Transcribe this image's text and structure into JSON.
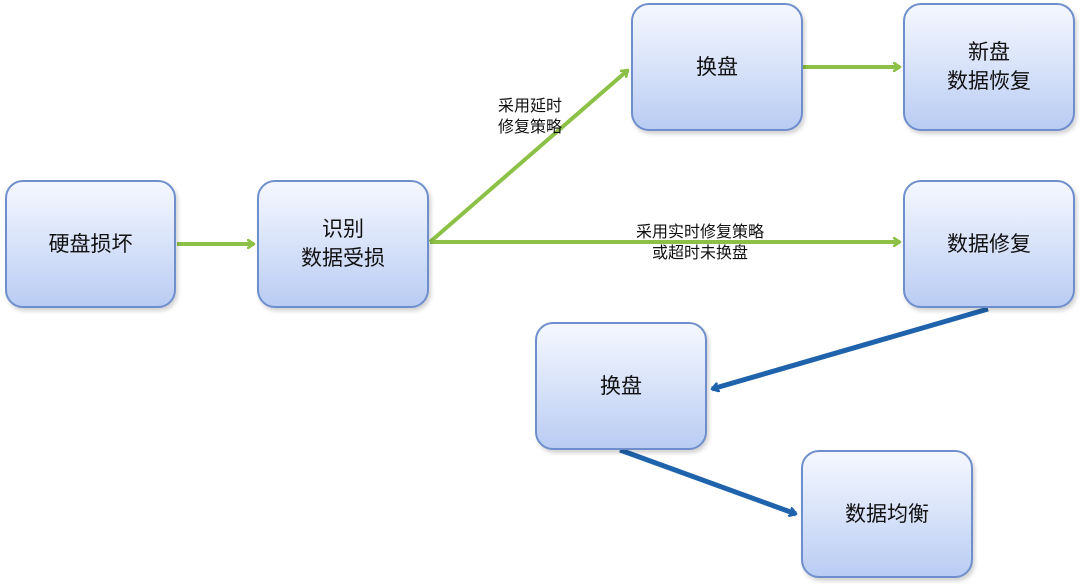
{
  "colors": {
    "node_border": "#6f8fcc",
    "arrow_green": "#8cc046",
    "arrow_blue": "#1f63ad"
  },
  "nodes": {
    "disk_damaged": "硬盘损坏",
    "identify": {
      "line1": "识别",
      "line2": "数据受损"
    },
    "swap_top": "换盘",
    "new_disk": {
      "line1": "新盘",
      "line2": "数据恢复"
    },
    "data_repair": "数据修复",
    "swap_bottom": "换盘",
    "data_balance": "数据均衡"
  },
  "edge_labels": {
    "delayed": {
      "line1": "采用延时",
      "line2": "修复策略"
    },
    "realtime": {
      "line1": "采用实时修复策略",
      "line2": "或超时未换盘"
    }
  }
}
